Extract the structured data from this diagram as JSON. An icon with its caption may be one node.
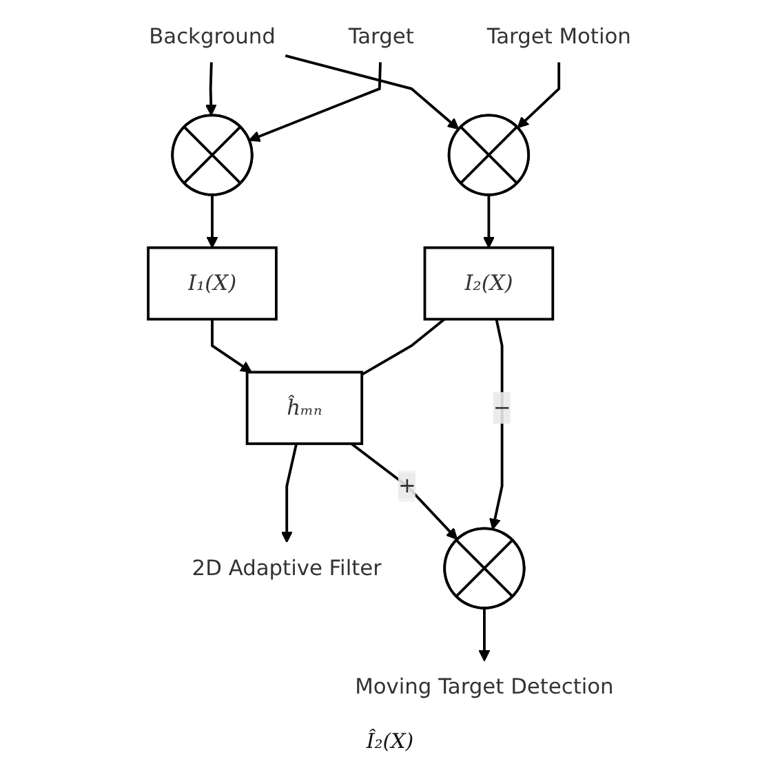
{
  "diagram": {
    "nodes": [
      {
        "text": [
          "Background"
        ]
      },
      {
        "text": [
          "Target"
        ]
      },
      {
        "text": [],
        "shape": "circle"
      },
      {
        "text": [],
        "shape": "circle"
      },
      {
        "text": [
          "Target Motion"
        ]
      },
      {
        "text": [
          "I₁(X)"
        ]
      },
      {
        "text": [
          "I₂(X)"
        ]
      },
      {
        "text": [
          "2D Adaptive Filter"
        ]
      },
      {
        "text": [
          "ĥₘₙ"
        ]
      },
      {
        "text": [],
        "shape": "circle"
      },
      {
        "text": [
          "Moving Target Detection"
        ]
      }
    ],
    "edges": [
      {
        "from": 0,
        "to": 2,
        "arrow": "to"
      },
      {
        "from": 0,
        "to": 3,
        "arrow": "to"
      },
      {
        "from": 1,
        "to": 2,
        "arrow": "to"
      },
      {
        "from": 4,
        "to": 3,
        "arrow": "to"
      },
      {
        "from": 2,
        "to": 5,
        "arrow": "to"
      },
      {
        "from": 3,
        "to": 6,
        "arrow": "to"
      },
      {
        "from": 5,
        "to": 8,
        "arrow": "to"
      },
      {
        "from": 8,
        "to": 7,
        "arrow": "to"
      },
      {
        "from": 6,
        "to": 8,
        "arrow": "none"
      },
      {
        "from": 8,
        "to": 9,
        "arrow": "to",
        "label": "+"
      },
      {
        "from": 6,
        "to": 9,
        "arrow": "to",
        "label": "−"
      },
      {
        "from": 9,
        "to": 10,
        "arrow": "to"
      }
    ],
    "labels": [
      "Î₂(X)"
    ]
  }
}
